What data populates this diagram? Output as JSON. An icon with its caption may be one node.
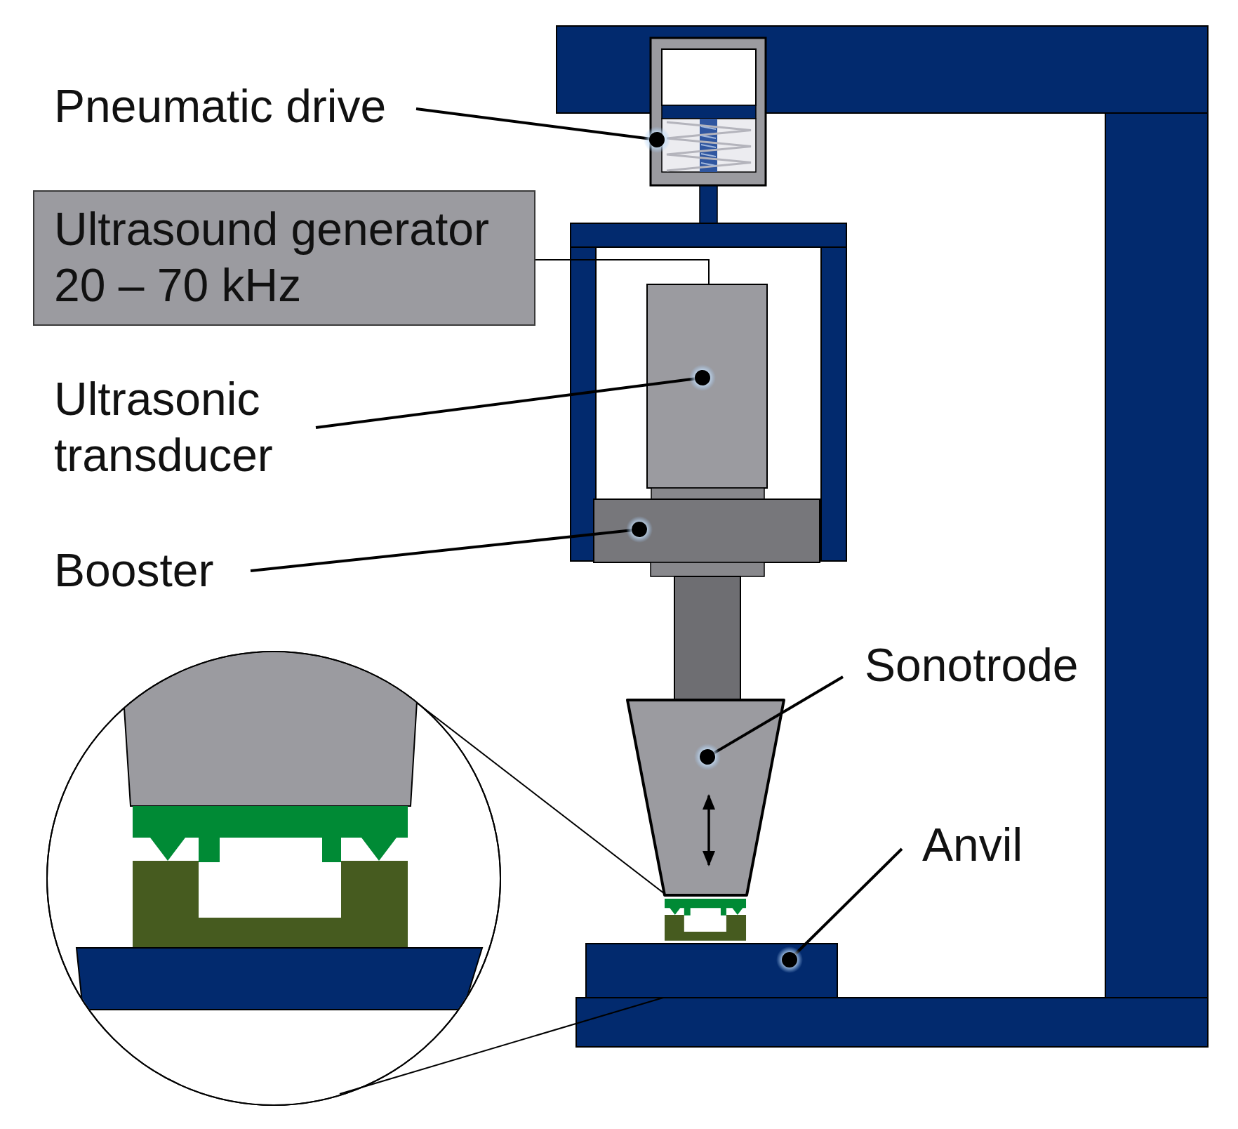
{
  "diagram": {
    "nodes": [
      {
        "text": [
          "Pneumatic drive"
        ]
      },
      {
        "text": [],
        "shape": "box"
      },
      {
        "text": [
          "Ultrasound generator",
          "20 – 70 kHz"
        ]
      },
      {
        "text": [
          "Ultrasonic transducer"
        ]
      },
      {
        "text": [],
        "shape": "box"
      },
      {
        "text": [
          "Booster"
        ]
      },
      {
        "text": [],
        "shape": "box"
      },
      {
        "text": [
          "Sonotrode"
        ]
      },
      {
        "text": [],
        "shape": "trapezoid"
      },
      {
        "text": [
          "Anvil"
        ]
      },
      {
        "text": [],
        "shape": "box"
      },
      {
        "text": [],
        "shape": "circle"
      }
    ],
    "edges": [
      {
        "from": 0,
        "to": 1,
        "arrow": "other"
      },
      {
        "from": 2,
        "to": 4,
        "arrow": "none"
      },
      {
        "from": 3,
        "to": 4,
        "arrow": "other"
      },
      {
        "from": 5,
        "to": 6,
        "arrow": "other"
      },
      {
        "from": 7,
        "to": 8,
        "arrow": "other"
      },
      {
        "from": 9,
        "to": 10,
        "arrow": "other"
      },
      {
        "from": 11,
        "to": 8,
        "arrow": "none"
      },
      {
        "from": 11,
        "to": 10,
        "arrow": "none"
      }
    ]
  }
}
